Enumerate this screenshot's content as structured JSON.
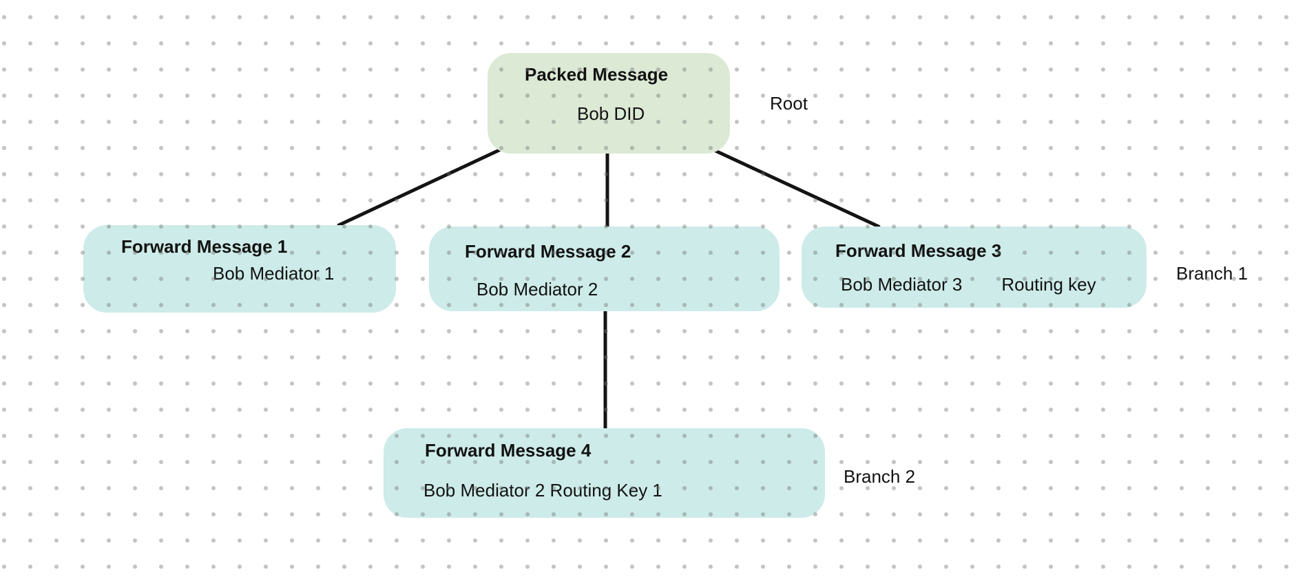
{
  "canvas": {
    "background_color": "#ffffff",
    "dot_color": "#c5c8c5",
    "edge_color": "#141414",
    "root_fill": "#dce9d5",
    "branch_fill": "#cdebe9"
  },
  "nodes": {
    "root": {
      "title": "Packed Message",
      "subtitle": "Bob DID",
      "fill": "#dce9d5"
    },
    "fwd1": {
      "title": "Forward Message 1",
      "subtitle": "Bob Mediator 1",
      "fill": "#cdebe9"
    },
    "fwd2": {
      "title": "Forward Message 2",
      "subtitle": "Bob Mediator 2",
      "fill": "#cdebe9"
    },
    "fwd3": {
      "title": "Forward Message 3",
      "subtitle": "Bob Mediator 3",
      "subtitle_extra": "Routing key",
      "fill": "#cdebe9"
    },
    "fwd4": {
      "title": "Forward Message 4",
      "subtitle": "Bob Mediator 2 Routing Key 1",
      "fill": "#cdebe9"
    }
  },
  "labels": {
    "root": "Root",
    "branch1": "Branch 1",
    "branch2": "Branch 2"
  }
}
